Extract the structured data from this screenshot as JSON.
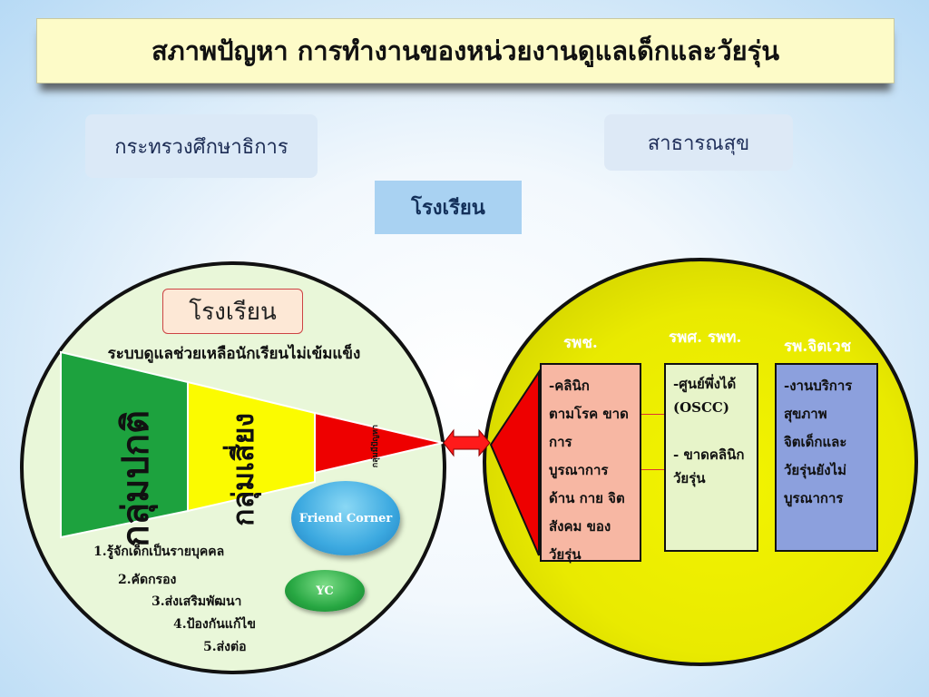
{
  "title": "สภาพปัญหา การทำงานของหน่วยงานดูแลเด็กและวัยรุ่น",
  "labels": {
    "moe": "กระทรวงศึกษาธิการ",
    "moph": "สาธารณสุข",
    "school": "โรงเรียน"
  },
  "left": {
    "school_label": "โรงเรียน",
    "system_label": "ระบบดูแลช่วยเหลือนักเรียนไม่เข้มแข็ง",
    "triangle": [
      {
        "label": "กลุ่มปกติ",
        "color": "#1da23e"
      },
      {
        "label": "กลุ่มเสี่ยง",
        "color": "#fbfb00"
      },
      {
        "label": "กลุ่มมีปัญหา",
        "color": "#ee0000"
      }
    ],
    "friend_corner": "Friend Corner",
    "yc": "YC",
    "steps": [
      "1.รู้จักเด็กเป็นรายบุคคล",
      "2.คัดกรอง",
      "3.ส่งเสริมพัฒนา",
      "4.ป้องกันแก้ไข",
      "5.ส่งต่อ"
    ]
  },
  "right": {
    "headers": [
      "รพช.",
      "รพศ. รพท.",
      "รพ.จิตเวช"
    ],
    "boxes": [
      {
        "lines": [
          "-คลินิก",
          "ตามโรค ขาด",
          "การ",
          "บูรณาการ",
          "ด้าน กาย จิต",
          "สังคม ของ",
          "วัยรุ่น"
        ],
        "color": "#f7b7a3"
      },
      {
        "lines": [
          "-ศูนย์พึ่งได้",
          "(OSCC)",
          "",
          "- ขาดคลินิก",
          "วัยรุ่น"
        ],
        "color": "#e7f4c9"
      },
      {
        "lines": [
          "-งานบริการ",
          "สุขภาพ",
          "จิตเด็กและ",
          "วัยรุ่นยังไม่",
          "บูรณาการ"
        ],
        "color": "#8ca0dd"
      }
    ]
  }
}
